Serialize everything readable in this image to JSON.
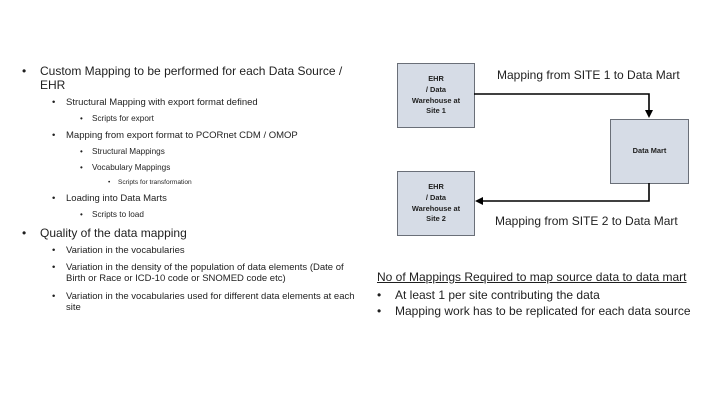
{
  "bullets": [
    {
      "level": 1,
      "text": "Custom Mapping to be performed for each Data Source / EHR"
    },
    {
      "level": 2,
      "text": "Structural Mapping with export format defined"
    },
    {
      "level": 3,
      "text": "Scripts for export"
    },
    {
      "level": 2,
      "text": "Mapping from export format to PCORnet CDM / OMOP"
    },
    {
      "level": 3,
      "text": "Structural Mappings"
    },
    {
      "level": 3,
      "text": "Vocabulary Mappings"
    },
    {
      "level": 4,
      "text": "Scripts for transformation"
    },
    {
      "level": 2,
      "text": "Loading into Data Marts"
    },
    {
      "level": 3,
      "text": "Scripts to load"
    },
    {
      "level": 1,
      "text": "Quality of the data mapping"
    },
    {
      "level": 2,
      "text": "Variation in the vocabularies"
    },
    {
      "level": 2,
      "text": "Variation in the density of the population of data elements (Date of Birth or Race or ICD-10 code or SNOMED code etc)"
    },
    {
      "level": 2,
      "text": "Variation in the vocabularies used for different data elements at each site"
    }
  ],
  "diagram": {
    "site1_box": "EHR\n/ Data\nWarehouse at\nSite 1",
    "site2_box": "EHR\n/ Data\nWarehouse at\nSite 2",
    "datamart_box": "Data Mart",
    "arrow1_label": "Mapping from SITE 1 to Data Mart",
    "arrow2_label": "Mapping from SITE 2 to Data Mart"
  },
  "mappings_required": {
    "title": "No of Mappings Required to map source data to data mart",
    "items": [
      "At least 1 per site contributing the data",
      "Mapping work has to be replicated for each data source"
    ]
  },
  "colors": {
    "box_fill": "#d6dce6",
    "box_border": "#6a6f78",
    "arrow": "#000000"
  }
}
